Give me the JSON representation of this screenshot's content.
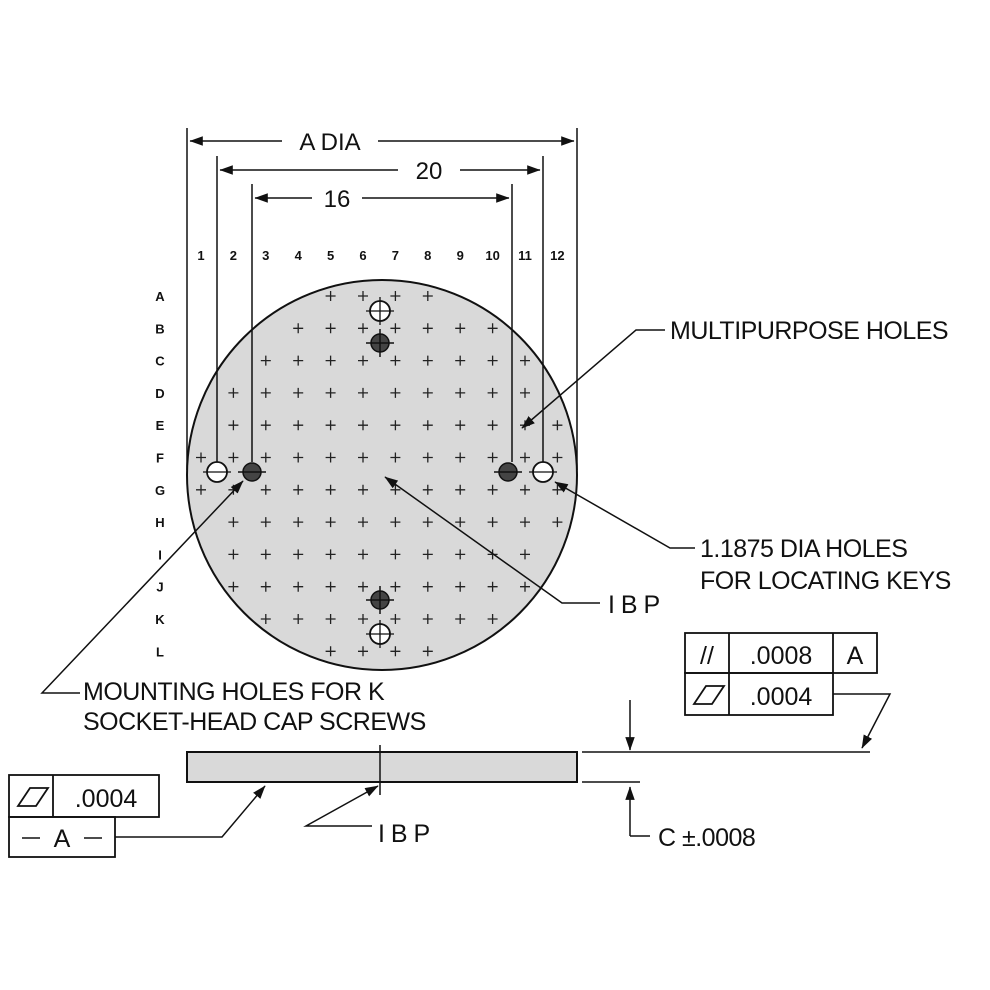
{
  "dimensions": {
    "a_dia": "A DIA",
    "d20": "20",
    "d16": "16"
  },
  "grid": {
    "columns": [
      "1",
      "2",
      "3",
      "4",
      "5",
      "6",
      "7",
      "8",
      "9",
      "10",
      "11",
      "12"
    ],
    "rows": [
      "A",
      "B",
      "C",
      "D",
      "E",
      "F",
      "G",
      "H",
      "I",
      "J",
      "K",
      "L"
    ]
  },
  "callouts": {
    "multipurpose": "MULTIPURPOSE HOLES",
    "locating_line1": "1.1875 DIA HOLES",
    "locating_line2": "FOR LOCATING KEYS",
    "ibp_top": "I B P",
    "mounting_line1": "MOUNTING HOLES FOR K",
    "mounting_line2": "SOCKET-HEAD CAP SCREWS",
    "ibp_bottom": "I B P",
    "thickness": "C ±.0008"
  },
  "fcf_right": {
    "parallel_symbol": "//",
    "parallel_value": ".0008",
    "parallel_datum": "A",
    "flatness_value": ".0004"
  },
  "fcf_left": {
    "flatness_value": ".0004",
    "datum": "A"
  },
  "colors": {
    "plate_fill": "#d9d9d9",
    "line": "#111111"
  }
}
